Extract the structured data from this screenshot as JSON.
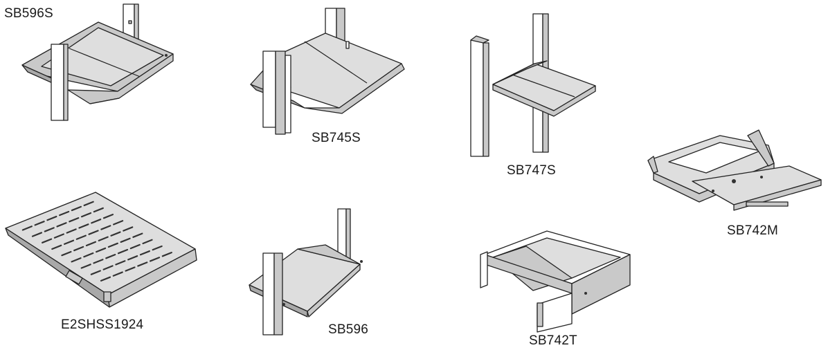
{
  "products": [
    {
      "id": "sb596s",
      "label": "SB596S"
    },
    {
      "id": "sb745s",
      "label": "SB745S"
    },
    {
      "id": "sb747s",
      "label": "SB747S"
    },
    {
      "id": "sb742m",
      "label": "SB742M"
    },
    {
      "id": "e2shss1924",
      "label": "E2SHSS1924"
    },
    {
      "id": "sb596",
      "label": "SB596"
    },
    {
      "id": "sb742t",
      "label": "SB742T"
    }
  ]
}
